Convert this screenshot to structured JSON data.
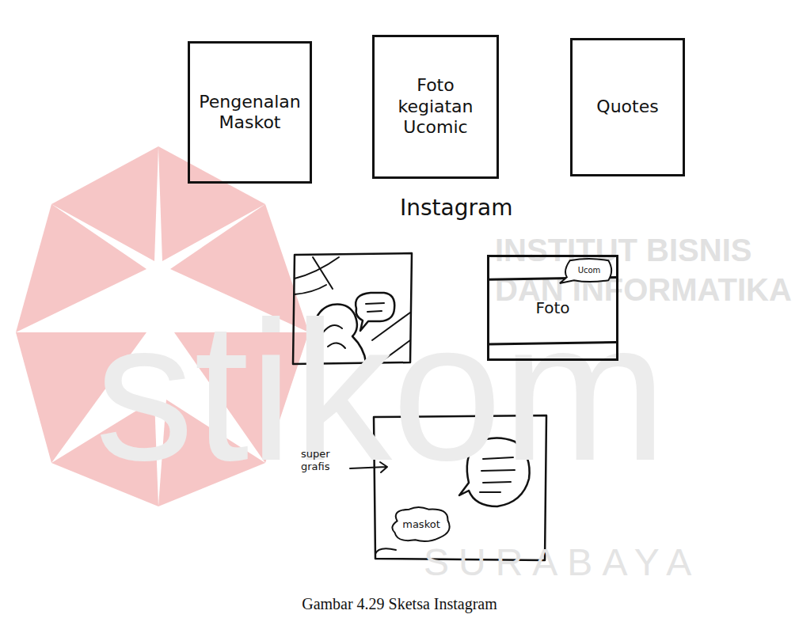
{
  "diagram": {
    "caption": "Gambar 4.29 Sketsa Instagram",
    "nodes": [
      {
        "text": [
          "Pengenalan Maskot"
        ]
      },
      {
        "text": [
          "Foto kegiatan Ucomic"
        ]
      },
      {
        "text": [
          "Quotes"
        ]
      },
      {
        "text": [
          "Foto"
        ]
      },
      {
        "text": [
          "Ucom"
        ],
        "in": 3
      },
      {
        "text": [
          "maskot"
        ]
      }
    ],
    "labels": [
      "Instagram",
      "super grafis",
      "INSTITUT BISNIS",
      "DAN INFORMATIKA",
      "stikom",
      "SURABAYA"
    ]
  }
}
